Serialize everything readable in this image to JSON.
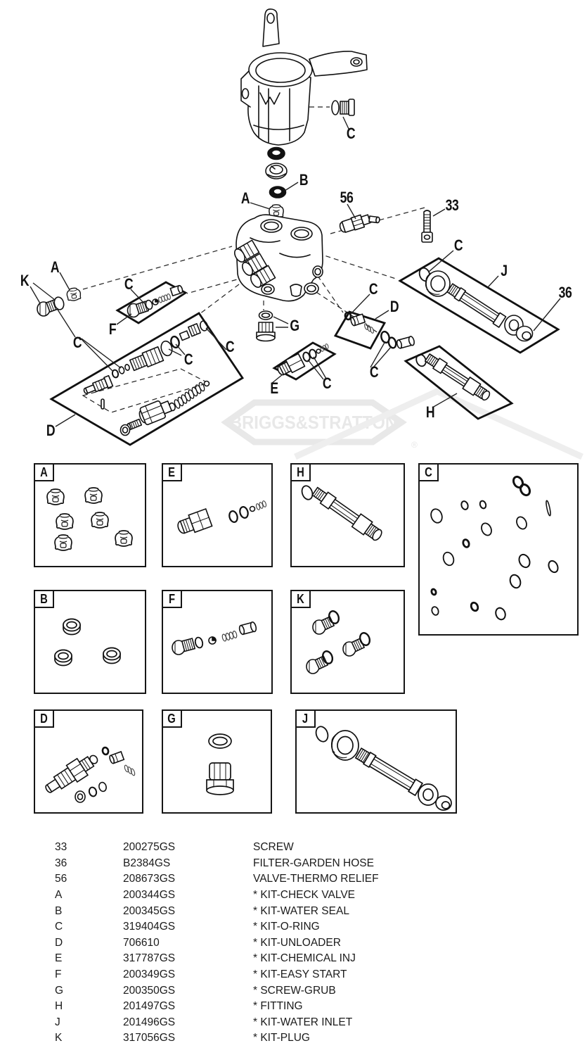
{
  "diagram": {
    "callouts": {
      "c_housing": {
        "text": "C"
      },
      "b": {
        "text": "B"
      },
      "a_top": {
        "text": "A"
      },
      "n56": {
        "text": "56"
      },
      "n33": {
        "text": "33"
      },
      "c_j": {
        "text": "C"
      },
      "j": {
        "text": "J"
      },
      "n36": {
        "text": "36"
      },
      "a_left": {
        "text": "A"
      },
      "k": {
        "text": "K"
      },
      "c_f": {
        "text": "C"
      },
      "f": {
        "text": "F"
      },
      "c_left": {
        "text": "C"
      },
      "c_d1": {
        "text": "C"
      },
      "c_d2": {
        "text": "C"
      },
      "g": {
        "text": "G"
      },
      "c_smalld": {
        "text": "C"
      },
      "d_small": {
        "text": "D"
      },
      "e": {
        "text": "E"
      },
      "c_e": {
        "text": "C"
      },
      "c_h": {
        "text": "C"
      },
      "h": {
        "text": "H"
      },
      "d_big": {
        "text": "D"
      }
    }
  },
  "watermark": {
    "text": "BRIGGS&STRATTON",
    "registered": "®"
  },
  "kits": {
    "a": {
      "letter": "A"
    },
    "e": {
      "letter": "E"
    },
    "h": {
      "letter": "H"
    },
    "c": {
      "letter": "C"
    },
    "b": {
      "letter": "B"
    },
    "f": {
      "letter": "F"
    },
    "k": {
      "letter": "K"
    },
    "d": {
      "letter": "D"
    },
    "g": {
      "letter": "G"
    },
    "j": {
      "letter": "J"
    }
  },
  "parts_list": {
    "rows": [
      {
        "ref": "33",
        "part": "200275GS",
        "desc": "SCREW"
      },
      {
        "ref": "36",
        "part": "B2384GS",
        "desc": "FILTER-GARDEN HOSE"
      },
      {
        "ref": "56",
        "part": "208673GS",
        "desc": "VALVE-THERMO RELIEF"
      },
      {
        "ref": "A",
        "part": "200344GS",
        "desc": "* KIT-CHECK VALVE"
      },
      {
        "ref": "B",
        "part": "200345GS",
        "desc": "* KIT-WATER SEAL"
      },
      {
        "ref": "C",
        "part": "319404GS",
        "desc": "* KIT-O-RING"
      },
      {
        "ref": "D",
        "part": "706610",
        "desc": "* KIT-UNLOADER"
      },
      {
        "ref": "E",
        "part": "317787GS",
        "desc": "* KIT-CHEMICAL INJ"
      },
      {
        "ref": "F",
        "part": "200349GS",
        "desc": "* KIT-EASY START"
      },
      {
        "ref": "G",
        "part": "200350GS",
        "desc": "* SCREW-GRUB"
      },
      {
        "ref": "H",
        "part": "201497GS",
        "desc": "* FITTING"
      },
      {
        "ref": "J",
        "part": "201496GS",
        "desc": "* KIT-WATER INLET"
      },
      {
        "ref": "K",
        "part": "317056GS",
        "desc": "* KIT-PLUG"
      }
    ]
  }
}
